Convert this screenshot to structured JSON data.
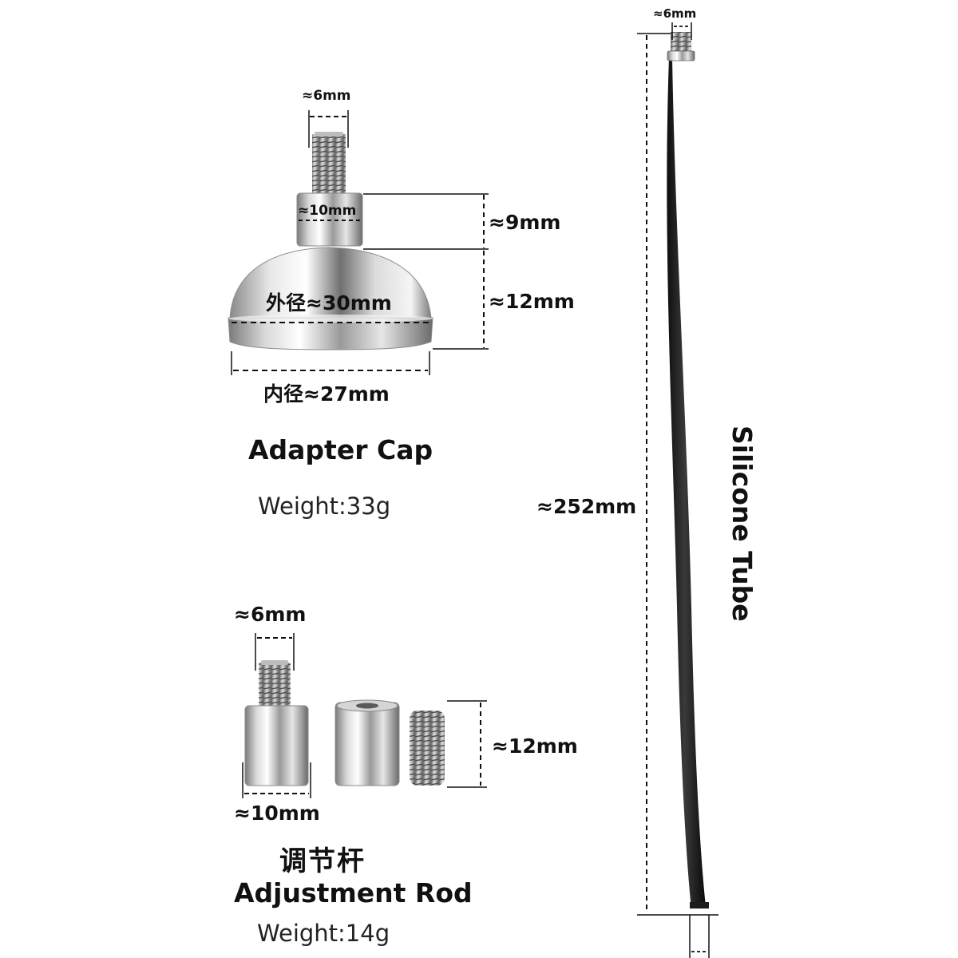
{
  "adapter_cap": {
    "thread_diameter": "≈6mm",
    "neck_diameter": "≈10mm",
    "neck_height": "≈9mm",
    "dome_height": "≈12mm",
    "outer_diameter": "外径≈30mm",
    "inner_diameter": "内径≈27mm",
    "title": "Adapter Cap",
    "weight": "Weight:33g"
  },
  "adjustment_rod": {
    "thread_diameter": "≈6mm",
    "body_diameter": "≈10mm",
    "height": "≈12mm",
    "title_cn": "调节杆",
    "title": "Adjustment Rod",
    "weight": "Weight:14g"
  },
  "silicone_tube": {
    "top_diameter": "≈6mm",
    "length": "≈252mm",
    "title": "Silicone Tube"
  },
  "colors": {
    "background": "#ffffff",
    "text": "#111111",
    "tube": "#1a1a1a",
    "steel_light": "#f2f2f2",
    "steel_dark": "#6e6e6e"
  }
}
